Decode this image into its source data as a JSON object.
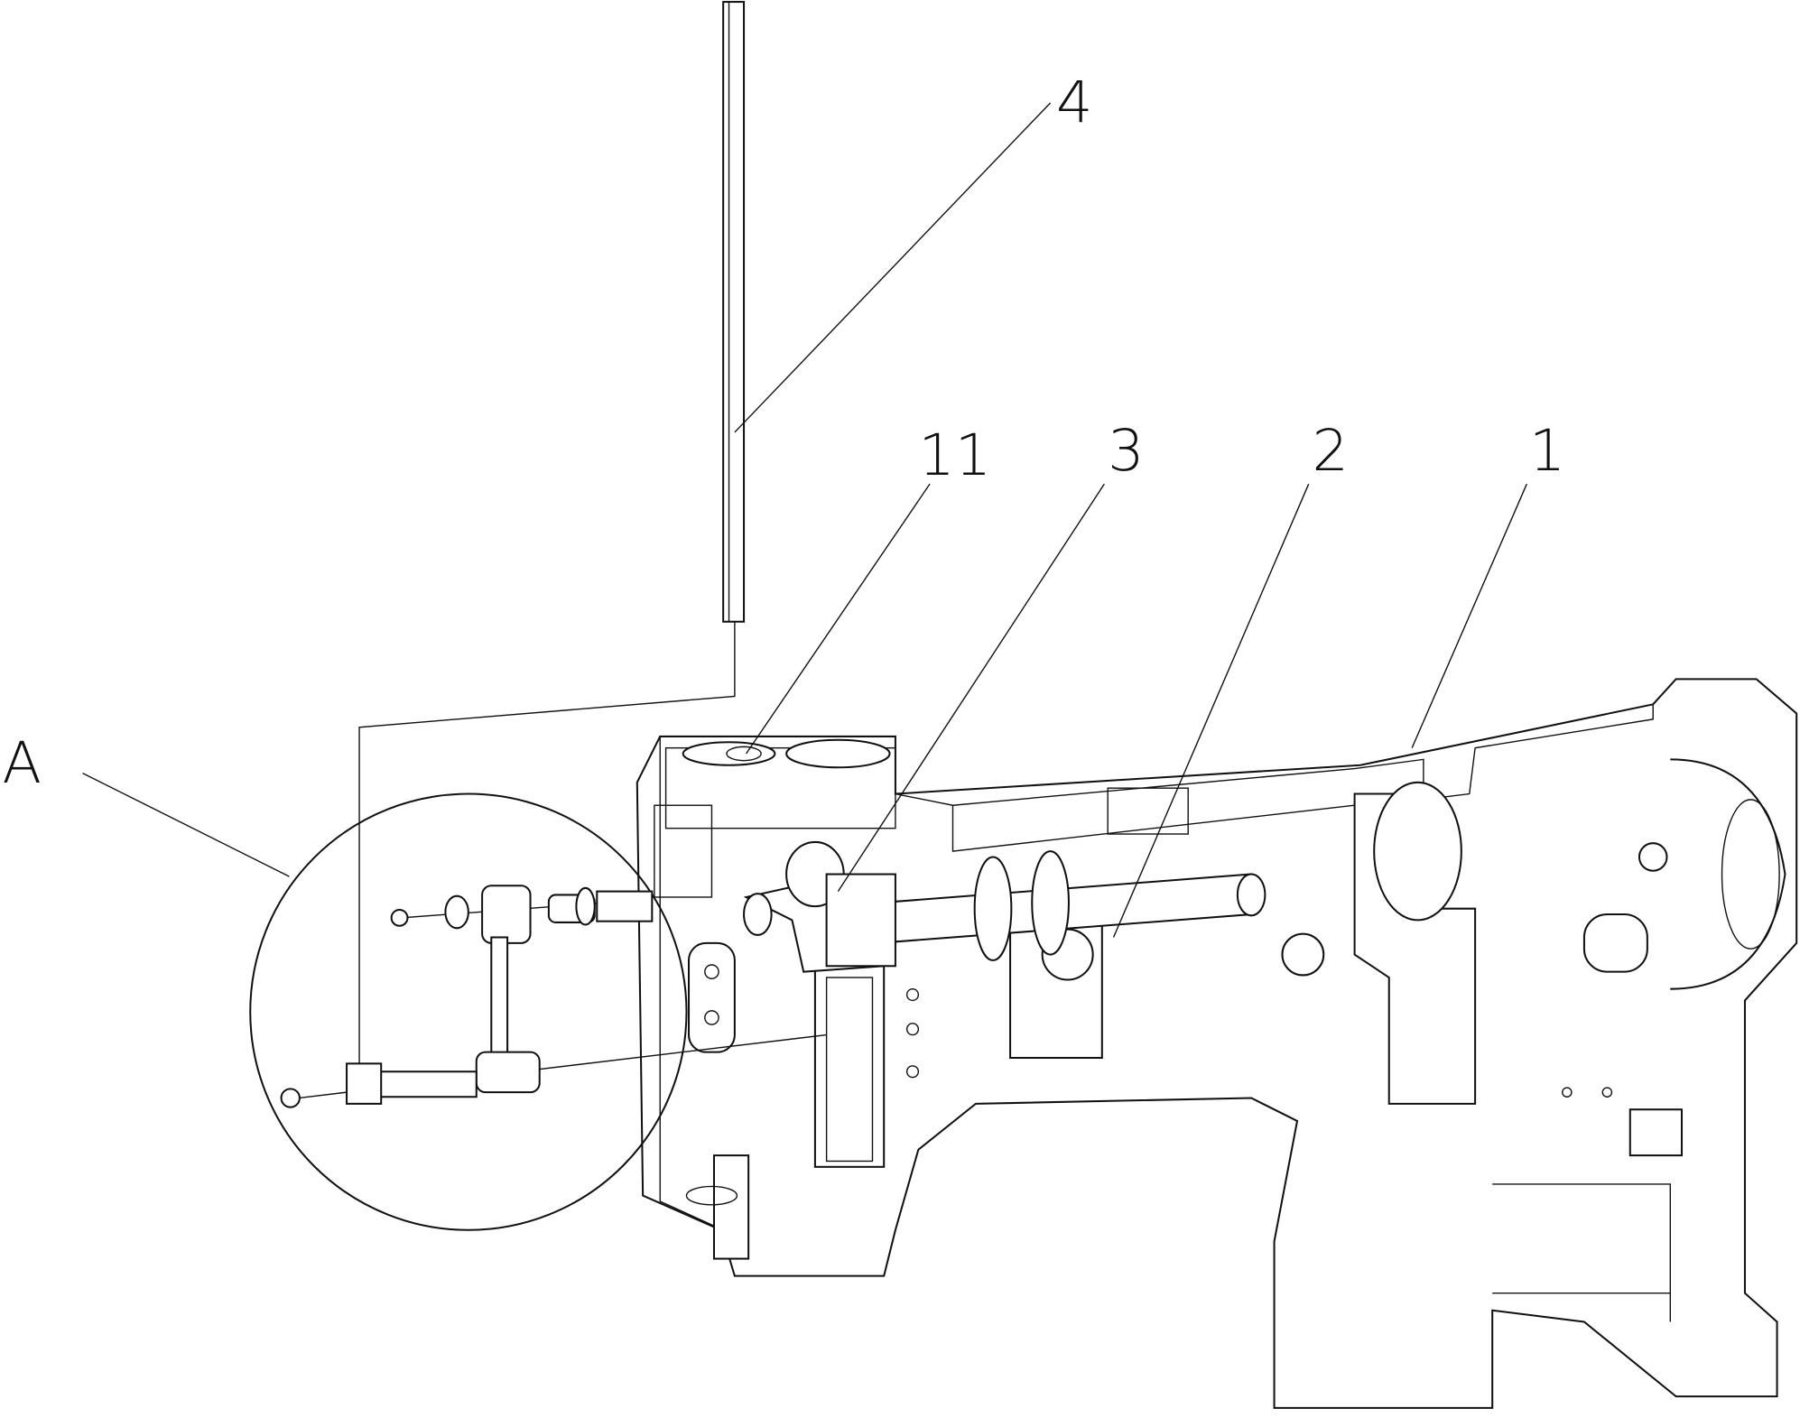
{
  "figure": {
    "labels": {
      "rod": "4",
      "part_11": "11",
      "part_3": "3",
      "part_2": "2",
      "part_1": "1",
      "detail_a": "A"
    },
    "line_color": "#111111",
    "background": "#ffffff"
  }
}
